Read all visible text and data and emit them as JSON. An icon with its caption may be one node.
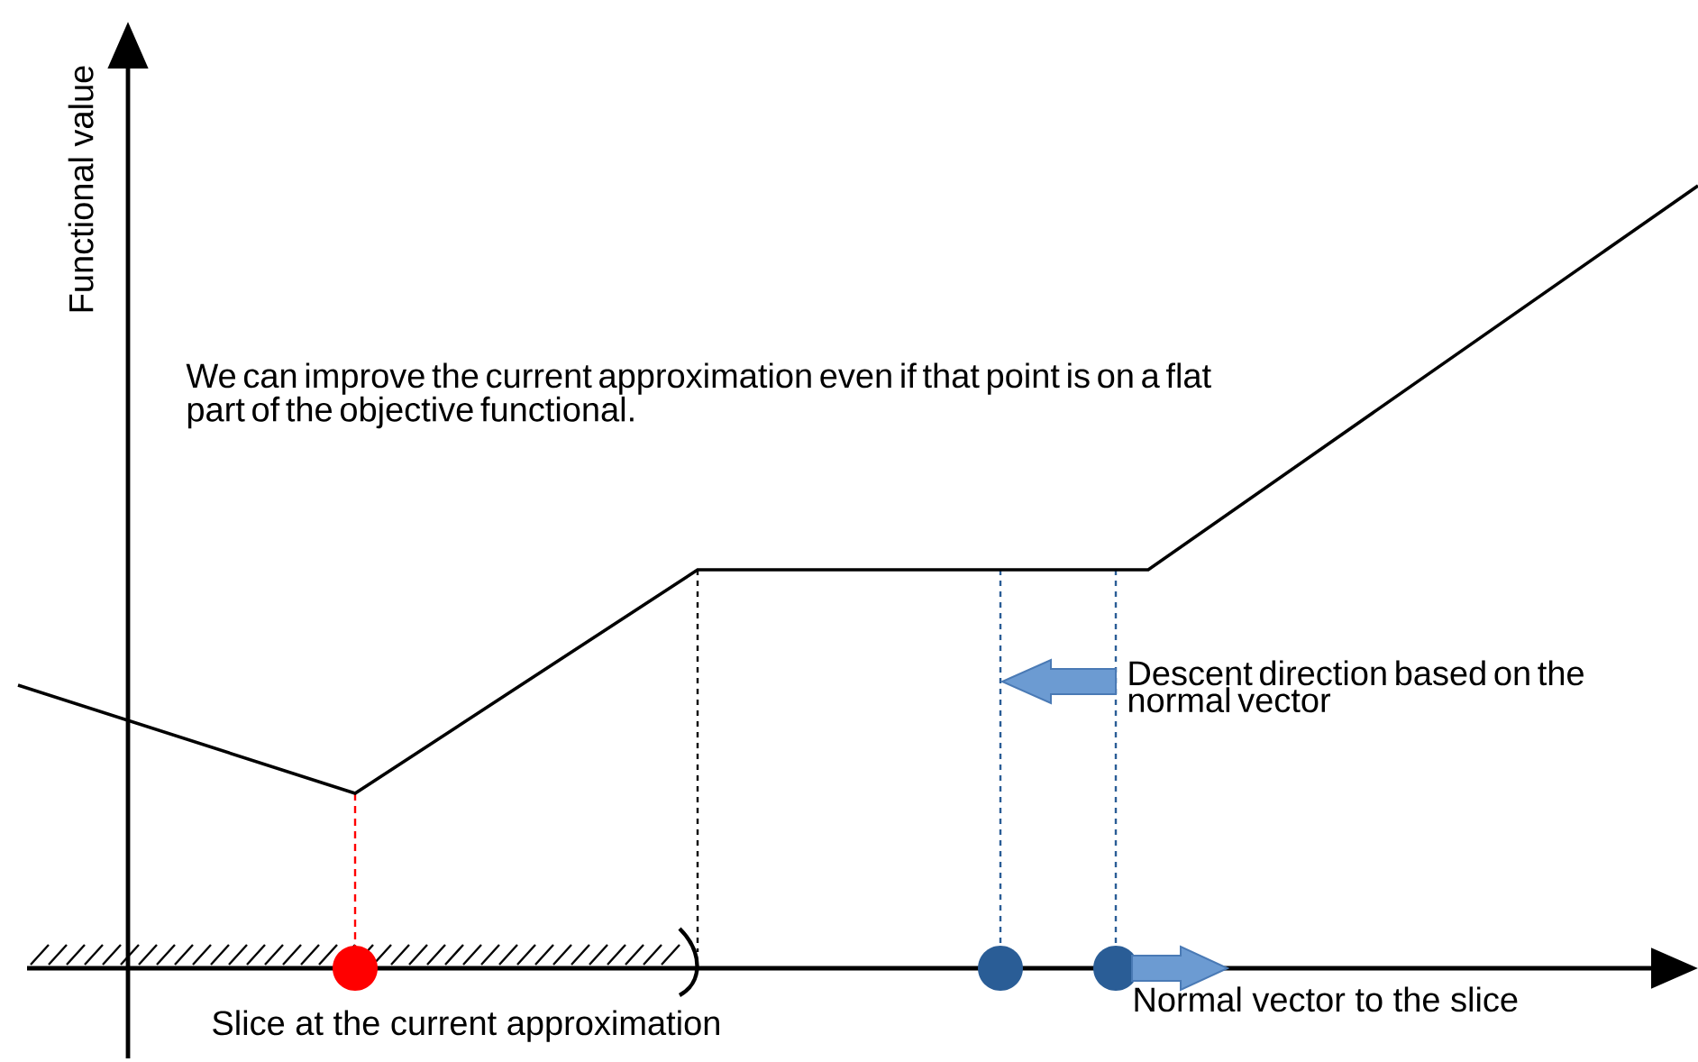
{
  "diagram": {
    "labels": [
      "Functional value",
      "We can improve the current approximation even if that point is on a flat part of the objective functional.",
      "Descent direction based on the normal vector",
      "Slice at the current approximation",
      "Normal vector to the slice"
    ]
  }
}
